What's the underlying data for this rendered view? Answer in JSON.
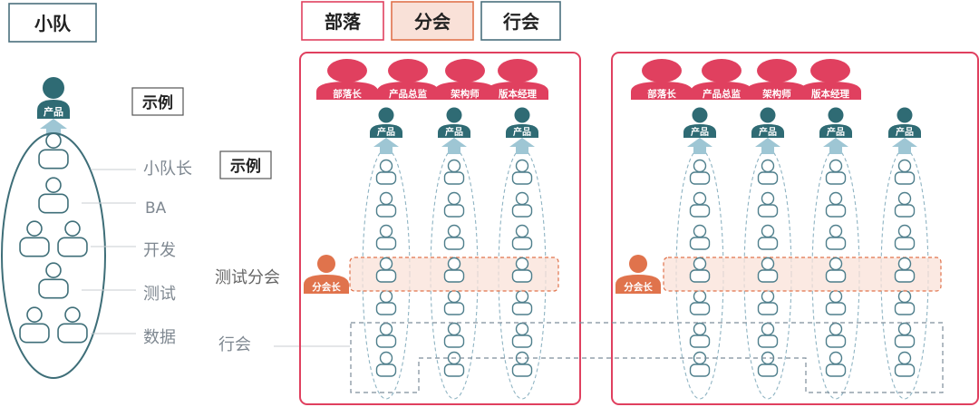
{
  "squad": {
    "title": "小队",
    "example_label": "示例",
    "product_label": "产品",
    "roles": [
      "小队长",
      "BA",
      "开发",
      "测试",
      "数据"
    ]
  },
  "legend": {
    "tribe": "部落",
    "chapter": "分会",
    "guild": "行会"
  },
  "second_example_label": "示例",
  "test_chapter_label": "测试分会",
  "guild_label": "行会",
  "tribes": [
    {
      "leads": [
        "部落长",
        "产品总监",
        "架构师",
        "版本经理"
      ],
      "squad_products": [
        "产品",
        "产品",
        "产品"
      ],
      "chapter_head": "分会长"
    },
    {
      "leads": [
        "部落长",
        "产品总监",
        "架构师",
        "版本经理"
      ],
      "squad_products": [
        "产品",
        "产品",
        "产品",
        "产品"
      ],
      "chapter_head": "分会长"
    }
  ],
  "colors": {
    "squad_outline": "#3e6e78",
    "product_head": "#2f6b74",
    "arrow": "#9ec6d4",
    "tribe_red": "#e0405f",
    "chapter_orange": "#e0734c",
    "chapter_fill": "#f9e1d8",
    "guild_dash": "#7d8d9a",
    "label_gray": "#7f8891",
    "pill_outline": "#4a6f7d"
  }
}
